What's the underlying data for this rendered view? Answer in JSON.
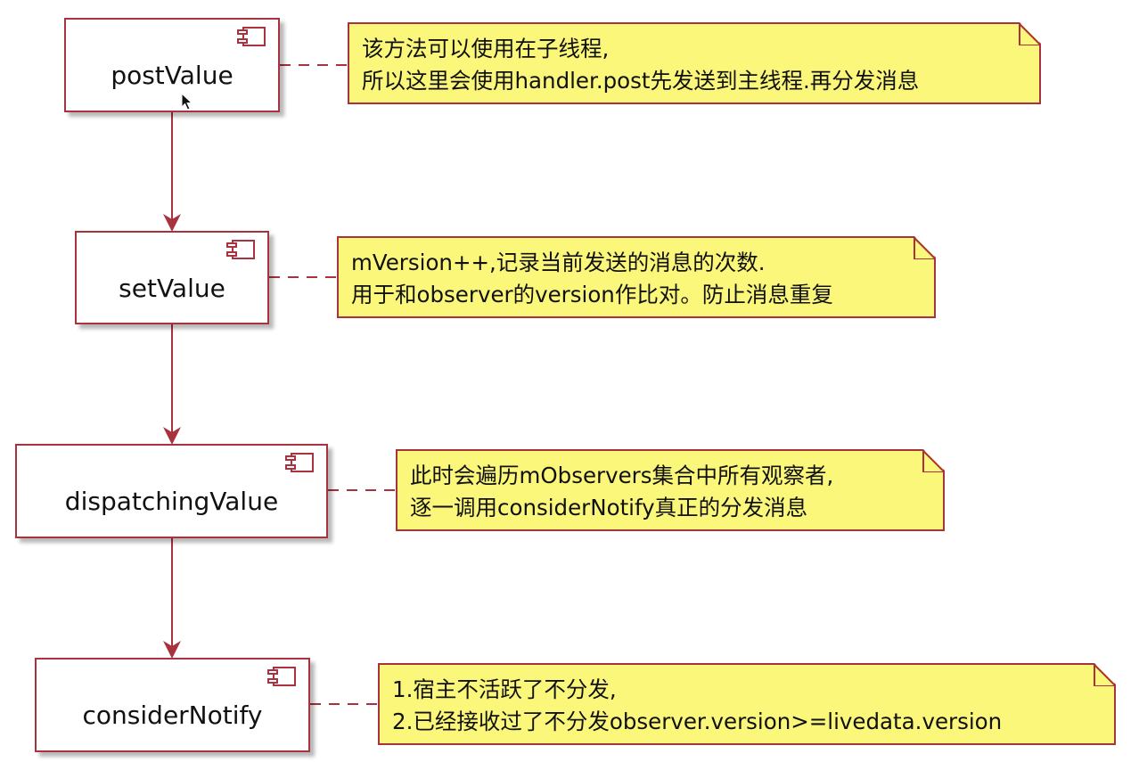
{
  "diagram": {
    "steps": [
      {
        "name": "postValue",
        "note": [
          "该方法可以使用在子线程,",
          "所以这里会使用handler.post先发送到主线程.再分发消息"
        ]
      },
      {
        "name": "setValue",
        "note": [
          "mVersion++,记录当前发送的消息的次数.",
          "用于和observer的version作比对。防止消息重复"
        ]
      },
      {
        "name": "dispatchingValue",
        "note": [
          "此时会遍历mObservers集合中所有观察者,",
          "逐一调用considerNotify真正的分发消息"
        ]
      },
      {
        "name": "considerNotify",
        "note": [
          "1.宿主不活跃了不分发,",
          "2.已经接收过了不分发observer.version>=livedata.version"
        ]
      }
    ]
  },
  "colors": {
    "border": "#a8323e",
    "note_fill": "#fbf77a",
    "component_fill": "#ffffff"
  },
  "icons": {
    "component": "uml-component-icon",
    "cursor": "mouse-pointer-icon"
  }
}
